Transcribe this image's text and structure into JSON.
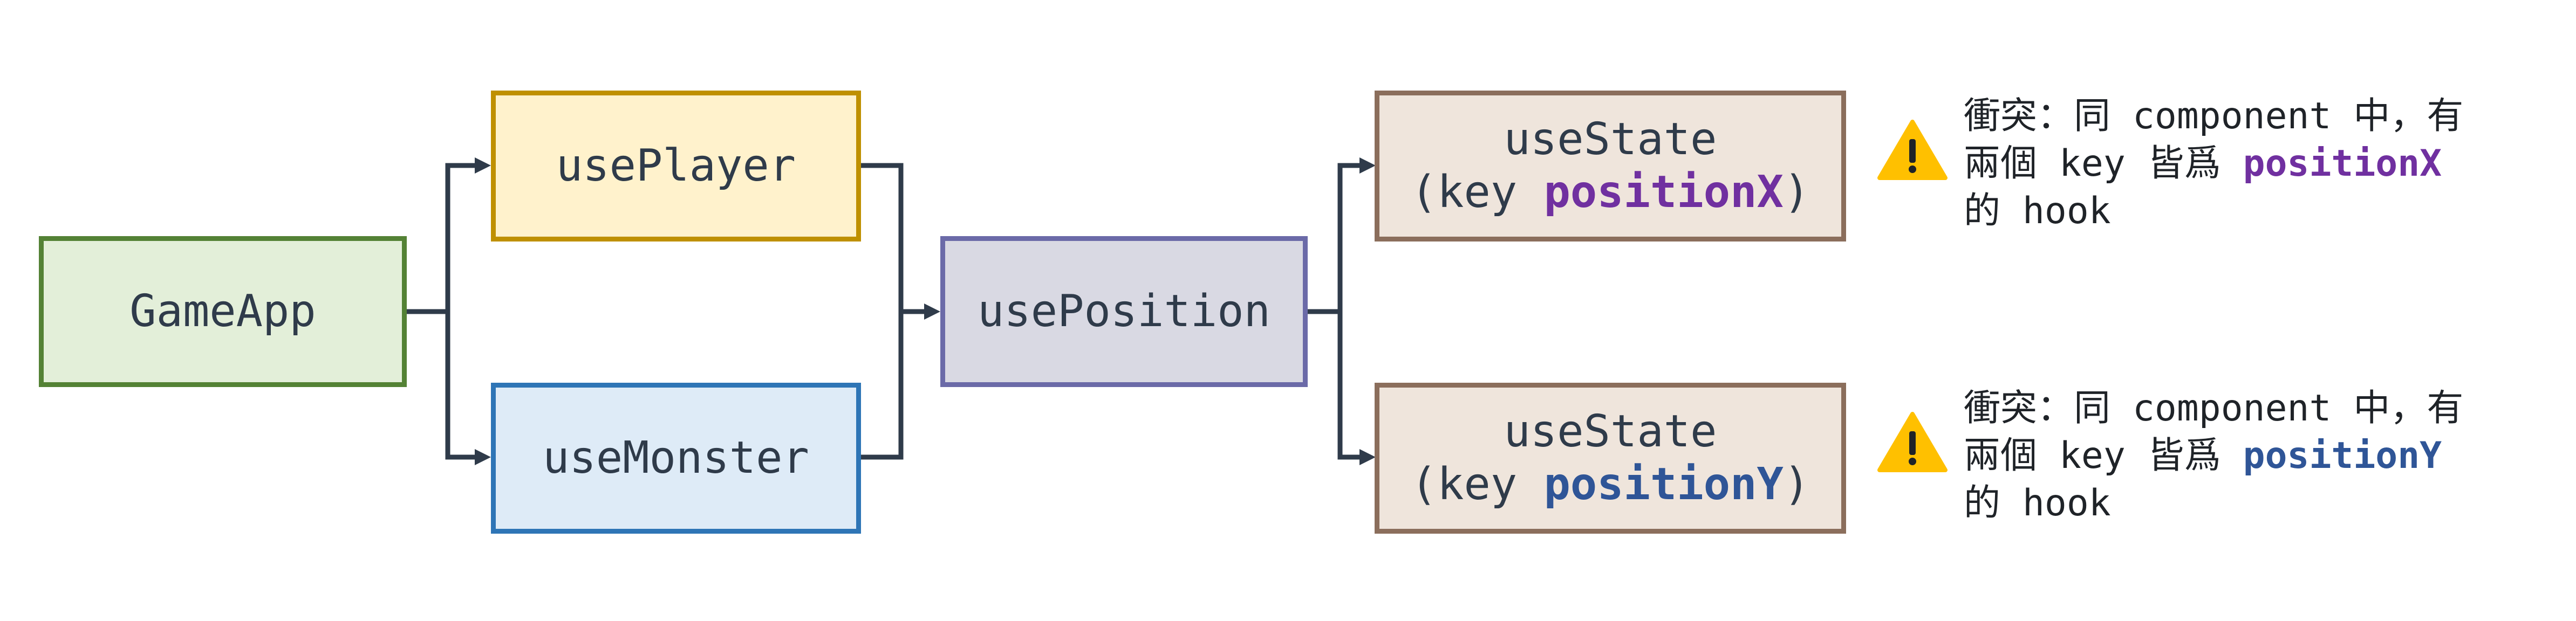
{
  "nodes": {
    "game_app": {
      "label": "GameApp"
    },
    "use_player": {
      "label": "usePlayer"
    },
    "use_monster": {
      "label": "useMonster"
    },
    "use_position": {
      "label": "usePosition"
    },
    "use_state_x": {
      "label": "useState",
      "prefix": "(key ",
      "key": "positionX",
      "suffix": ")"
    },
    "use_state_y": {
      "label": "useState",
      "prefix": "(key ",
      "key": "positionY",
      "suffix": ")"
    }
  },
  "notes": {
    "x": {
      "line1": "衝突：同 component 中，有",
      "line2_prefix": "兩個 key 皆爲 ",
      "line2_key": "positionX",
      "line3": "的 hook"
    },
    "y": {
      "line1": "衝突：同 component 中，有",
      "line2_prefix": "兩個 key 皆爲 ",
      "line2_key": "positionY",
      "line3": "的 hook"
    }
  },
  "icons": {
    "warning": "warning-icon"
  },
  "colors": {
    "game_app_fill": "#e3efd9",
    "game_app_border": "#548235",
    "use_player_fill": "#fff2cc",
    "use_player_border": "#bf9000",
    "use_monster_fill": "#deebf7",
    "use_monster_border": "#2e75b6",
    "use_position_fill": "#d9d9e3",
    "use_position_border": "#6b6aa8",
    "use_state_fill": "#efe5dc",
    "use_state_border": "#8b6e5c",
    "key_x": "#7030a0",
    "key_y": "#2f5597",
    "edge": "#2f3b4a",
    "warning": "#ffc000"
  }
}
